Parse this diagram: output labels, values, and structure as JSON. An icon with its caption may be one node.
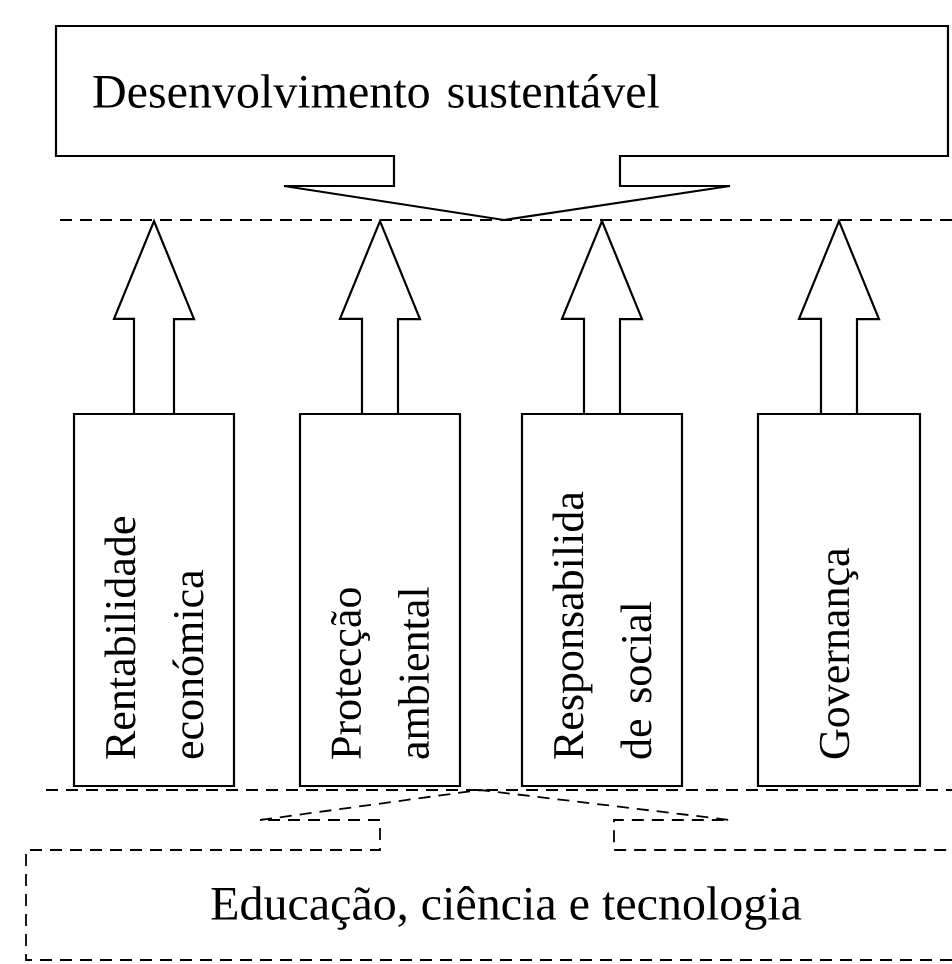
{
  "diagram": {
    "nodes": [
      {
        "text": [
          "Desenvolvimento sustentável"
        ]
      },
      {
        "text": [
          "Rentabilidade económica"
        ]
      },
      {
        "text": [
          "Protecção ambiental"
        ]
      },
      {
        "text": [
          "Responsabilida de social"
        ]
      },
      {
        "text": [
          "Governança"
        ]
      },
      {
        "text": [
          "Educação, ciência e tecnologia"
        ]
      }
    ],
    "edges": [
      {
        "from": 1,
        "to": 0,
        "arrow": "to"
      },
      {
        "from": 2,
        "to": 0,
        "arrow": "to"
      },
      {
        "from": 3,
        "to": 0,
        "arrow": "to"
      },
      {
        "from": 4,
        "to": 0,
        "arrow": "to"
      }
    ]
  }
}
